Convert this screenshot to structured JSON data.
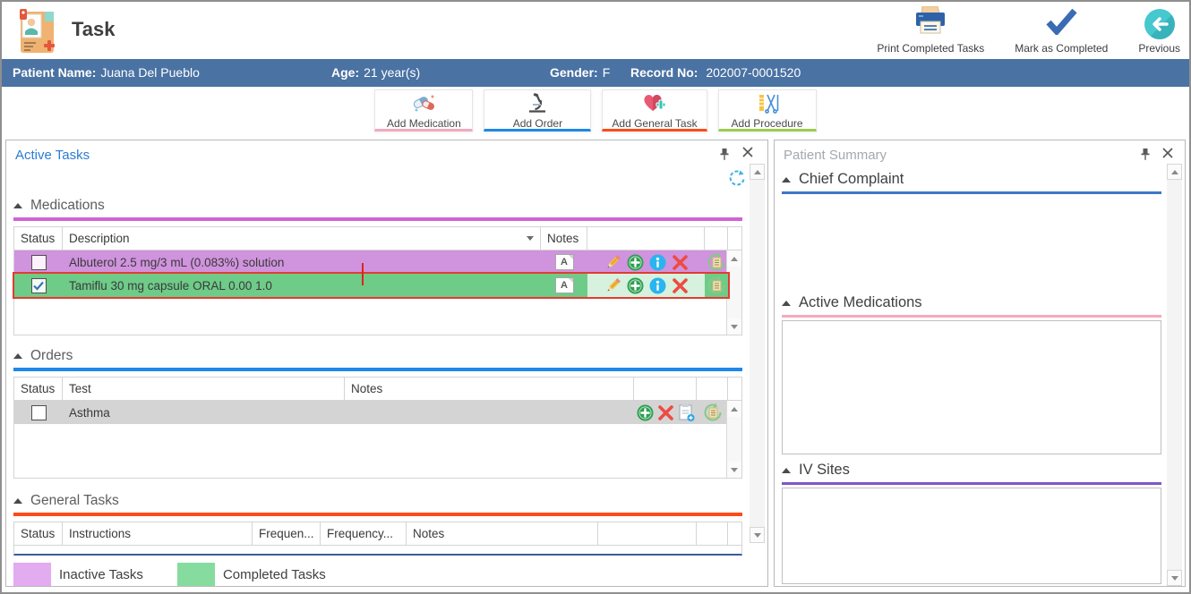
{
  "app": {
    "title": "Task"
  },
  "header": {
    "actions": [
      {
        "label": "Print Completed Tasks"
      },
      {
        "label": "Mark as Completed"
      },
      {
        "label": "Previous"
      }
    ]
  },
  "patient_bar": {
    "name_label": "Patient Name:",
    "name_value": "Juana Del Pueblo",
    "age_label": "Age:",
    "age_value": "21 year(s)",
    "gender_label": "Gender:",
    "gender_value": "F",
    "record_label": "Record No:",
    "record_value": "202007-0001520"
  },
  "toolbar": {
    "buttons": [
      {
        "label": "Add Medication",
        "accent": "#f2a9bd"
      },
      {
        "label": "Add Order",
        "accent": "#1e88e5"
      },
      {
        "label": "Add General Task",
        "accent": "#fe4a1a"
      },
      {
        "label": "Add Procedure",
        "accent": "#9ccc50"
      }
    ]
  },
  "active_tasks_panel": {
    "title": "Active Tasks",
    "medications": {
      "title": "Medications",
      "accent": "#cf63d4",
      "columns": {
        "status": "Status",
        "description": "Description",
        "notes": "Notes"
      },
      "rows": [
        {
          "description": "Albuterol 2.5 mg/3 mL (0.083%) solution",
          "checked": false,
          "color": "#d093dd",
          "state": "inactive"
        },
        {
          "description": "Tamiflu 30 mg capsule ORAL 0.00 1.0",
          "checked": true,
          "color": "#6ecb88",
          "state": "completed"
        }
      ]
    },
    "orders": {
      "title": "Orders",
      "accent": "#1f88e8",
      "columns": {
        "status": "Status",
        "test": "Test",
        "notes": "Notes"
      },
      "rows": [
        {
          "test": "Asthma",
          "checked": false,
          "color": "#d4d4d4"
        }
      ]
    },
    "general_tasks": {
      "title": "General Tasks",
      "accent": "#fe4a1a",
      "columns": {
        "status": "Status",
        "instructions": "Instructions",
        "frequency1": "Frequen...",
        "frequency2": "Frequency...",
        "notes": "Notes"
      }
    },
    "legend": [
      {
        "label": "Inactive Tasks",
        "color": "#e3abf0"
      },
      {
        "label": "Completed Tasks",
        "color": "#86dc9e"
      }
    ]
  },
  "patient_summary_panel": {
    "title": "Patient Summary",
    "sections": [
      {
        "label": "Chief Complaint",
        "accent": "#3f77c8"
      },
      {
        "label": "Active Medications",
        "accent": "#f6a9bb"
      },
      {
        "label": "IV Sites",
        "accent": "#7e57c8"
      }
    ]
  },
  "icons": {
    "notes_glyph": "A"
  }
}
